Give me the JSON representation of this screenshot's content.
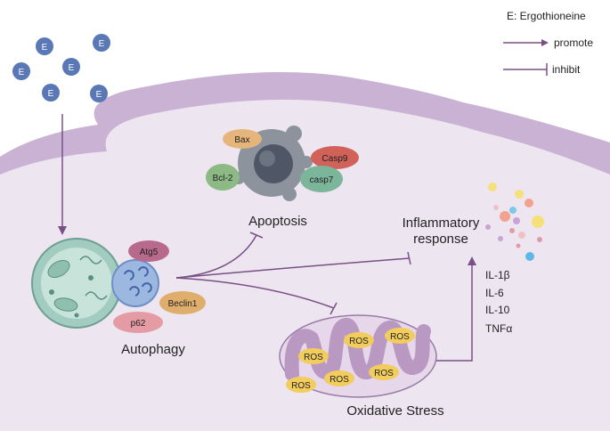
{
  "legend": {
    "title": "E: Ergothioneine",
    "promote": "promote",
    "inhibit": "inhibit"
  },
  "molecule_label": "E",
  "labels": {
    "apoptosis": "Apoptosis",
    "inflammatory_line1": "Inflammatory",
    "inflammatory_line2": "response",
    "autophagy": "Autophagy",
    "oxidative": "Oxidative Stress"
  },
  "proteins": {
    "bax": "Bax",
    "bcl2": "Bcl-2",
    "casp9": "Casp9",
    "casp7": "casp7",
    "atg5": "Atg5",
    "beclin1": "Beclin1",
    "p62": "p62"
  },
  "ros": "ROS",
  "cytokines": [
    "IL-1β",
    "IL-6",
    "IL-10",
    "TNFα"
  ],
  "colors": {
    "membrane": "#c9b2d3",
    "cytoplasm": "#ede6f1",
    "arrow": "#7a4f85",
    "molecule": "#5a78b6",
    "autophagy_green": "#a3ccc0",
    "autophagy_blue": "#9cb8e0",
    "bax": "#e5b57c",
    "bcl2": "#8dba84",
    "casp9": "#d0625a",
    "casp7": "#7bb59a",
    "atg5": "#b86a8c",
    "beclin1": "#dfae6c",
    "p62": "#e49ba4",
    "ros": "#f2cc5c",
    "mito": "#b998c2"
  }
}
